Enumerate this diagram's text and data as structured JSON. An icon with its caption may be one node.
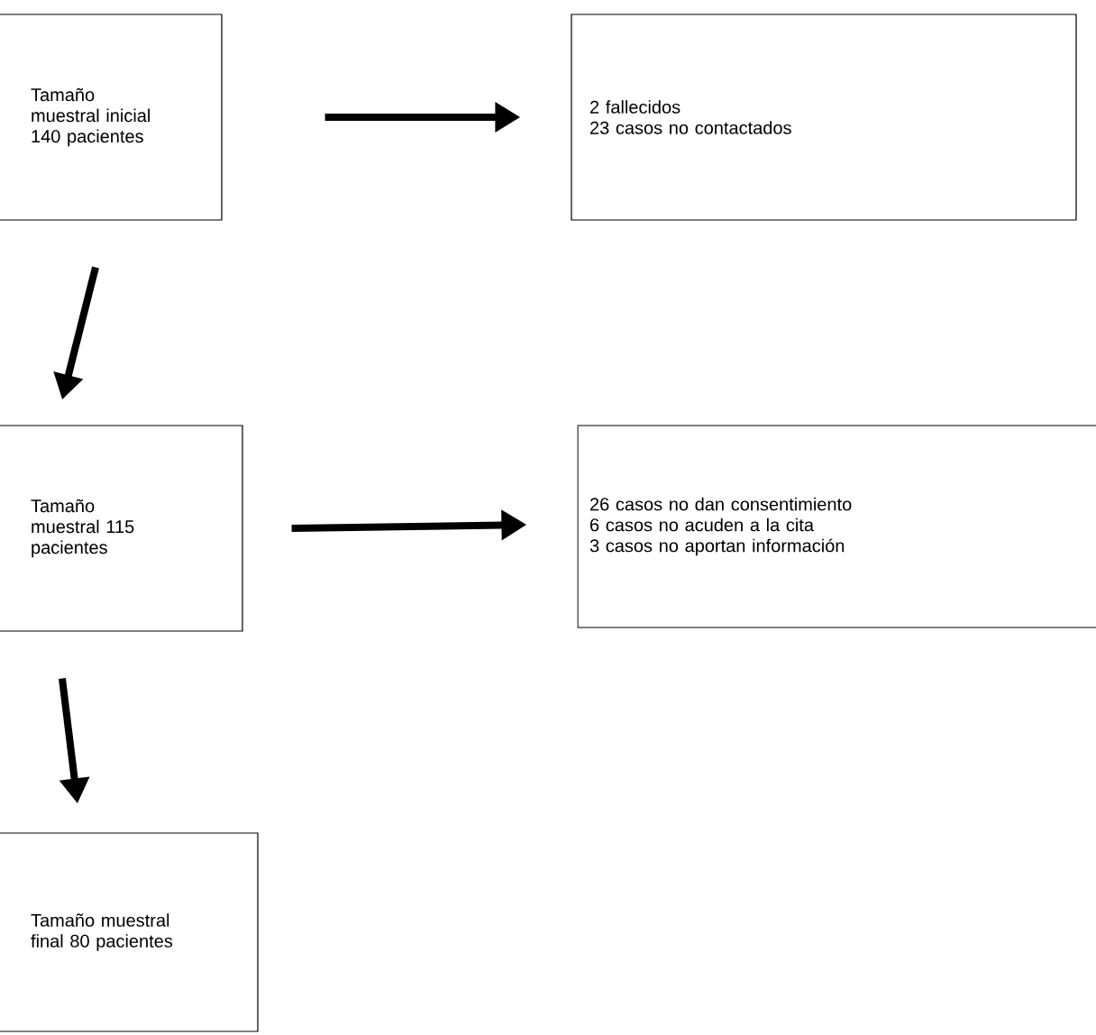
{
  "diagram": {
    "nodes": [
      {
        "text": [
          "Tamaño muestral inicial 140 pacientes"
        ]
      },
      {
        "text": [
          "2 fallecidos",
          "23 casos no contactados"
        ]
      },
      {
        "text": [
          "Tamaño muestral 115 pacientes"
        ]
      },
      {
        "text": [
          "26 casos no dan consentimiento",
          "6 casos no acuden a la cita",
          "3 casos no aportan información"
        ]
      },
      {
        "text": [
          "Tamaño muestral final 80 pacientes"
        ]
      }
    ],
    "edges": [
      {
        "from": 0,
        "to": 1,
        "arrow": "to"
      },
      {
        "from": 0,
        "to": 2,
        "arrow": "to"
      },
      {
        "from": 2,
        "to": 3,
        "arrow": "to"
      },
      {
        "from": 2,
        "to": 4,
        "arrow": "to"
      }
    ]
  }
}
